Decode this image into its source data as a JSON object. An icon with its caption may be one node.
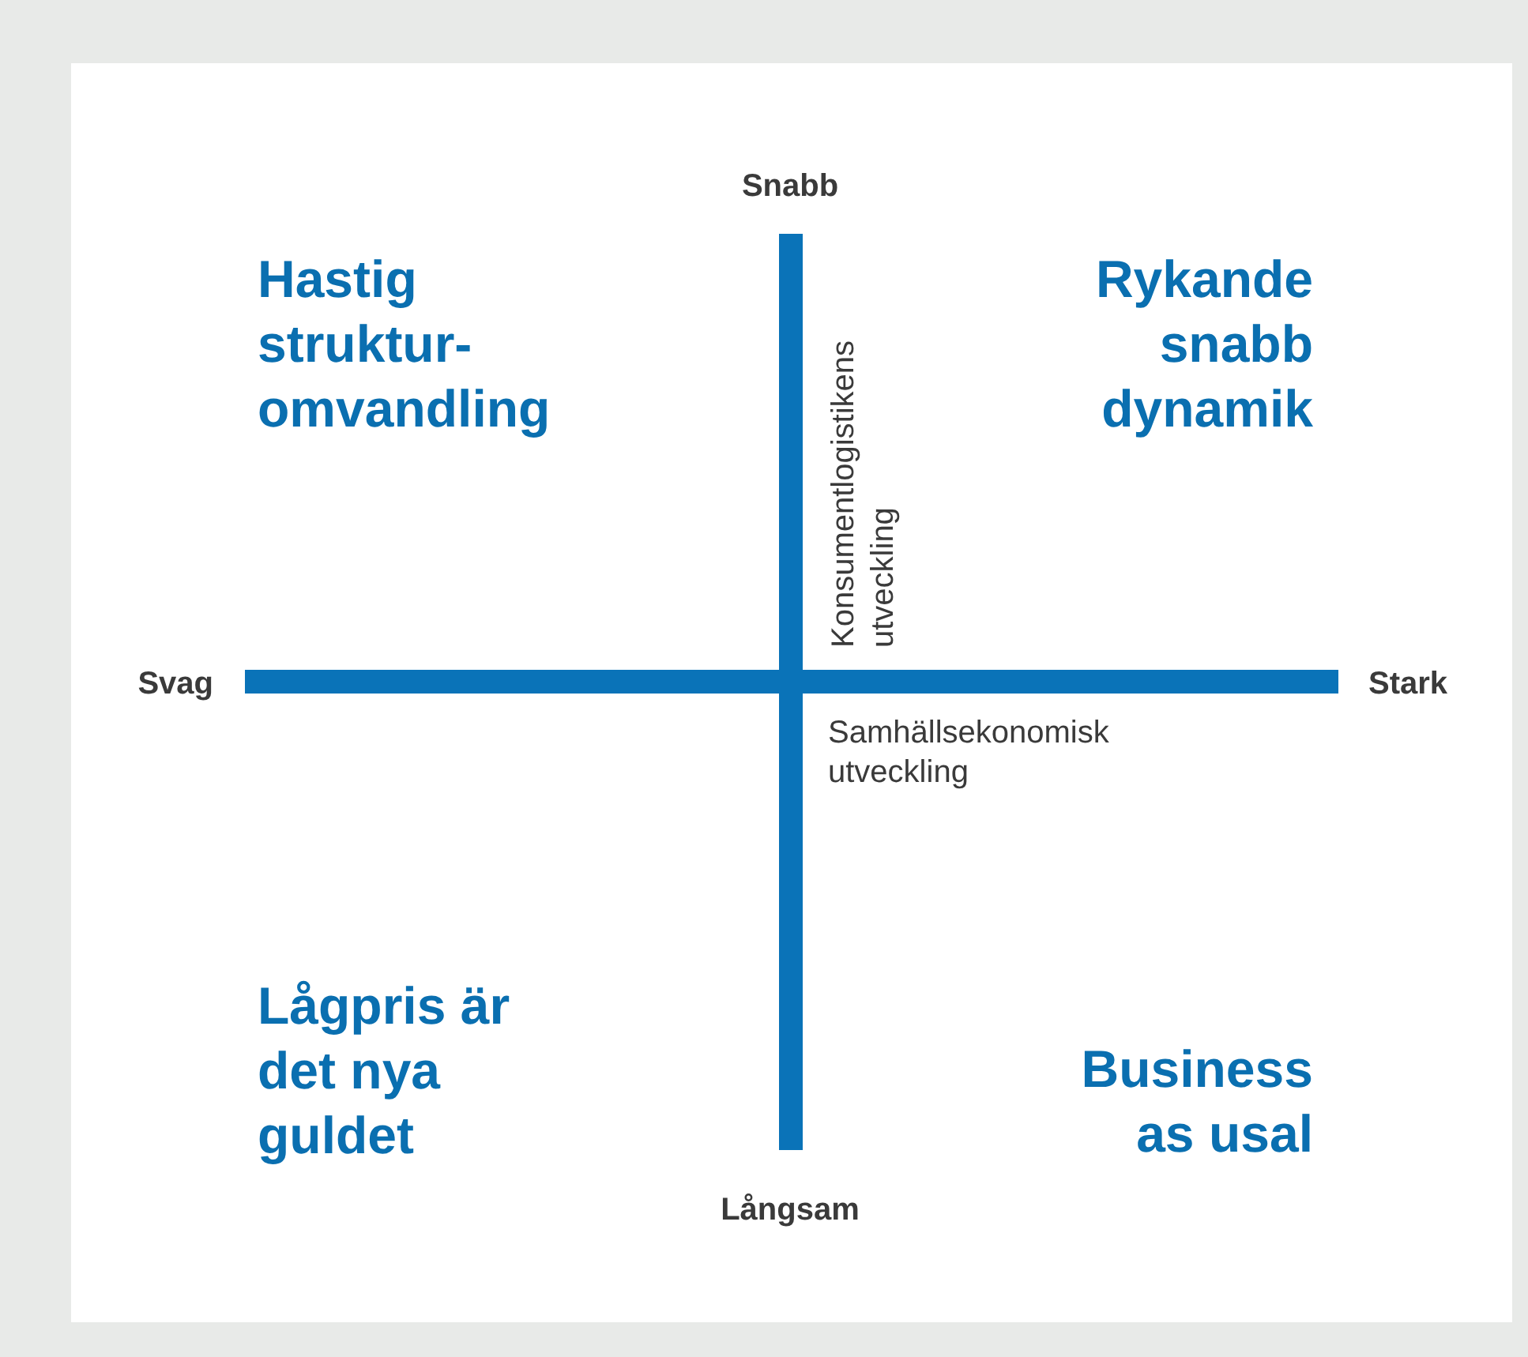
{
  "diagram": {
    "labels": [
      "Snabb",
      "Hastig struktur- omvandling",
      "Rykande snabb dynamik",
      "Konsumentlogistikens utveckling",
      "Svag",
      "Stark",
      "Samhällsekonomisk utveckling",
      "Lågpris är det nya guldet",
      "Business as usal",
      "Långsam"
    ]
  }
}
